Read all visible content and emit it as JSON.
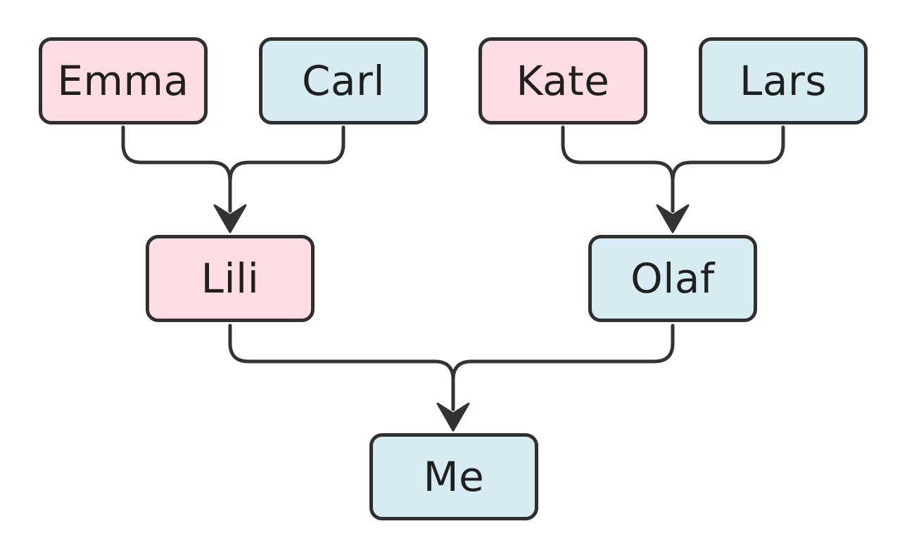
{
  "colors": {
    "female_fill": "#fddde3",
    "male_fill": "#d7ebf2",
    "stroke": "#2f2f2f"
  },
  "nodes": {
    "emma": {
      "label": "Emma",
      "group": "female"
    },
    "carl": {
      "label": "Carl",
      "group": "male"
    },
    "kate": {
      "label": "Kate",
      "group": "female"
    },
    "lars": {
      "label": "Lars",
      "group": "male"
    },
    "lili": {
      "label": "Lili",
      "group": "female"
    },
    "olaf": {
      "label": "Olaf",
      "group": "male"
    },
    "me": {
      "label": "Me",
      "group": "male"
    }
  },
  "edges": [
    {
      "from": "emma",
      "to": "lili"
    },
    {
      "from": "carl",
      "to": "lili"
    },
    {
      "from": "kate",
      "to": "olaf"
    },
    {
      "from": "lars",
      "to": "olaf"
    },
    {
      "from": "lili",
      "to": "me"
    },
    {
      "from": "olaf",
      "to": "me"
    }
  ]
}
